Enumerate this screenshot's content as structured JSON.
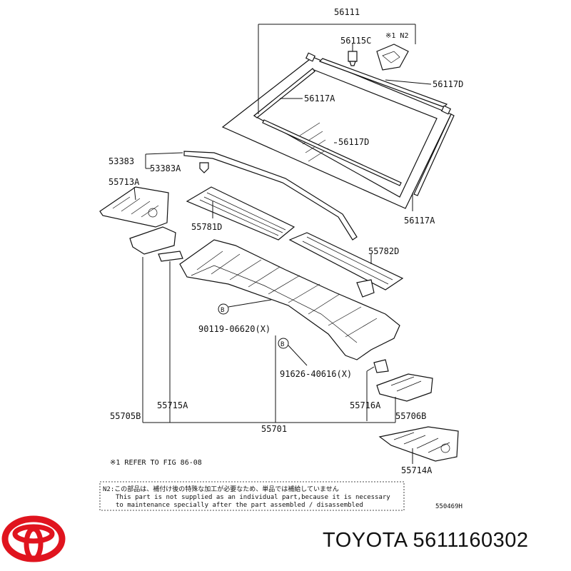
{
  "callouts": {
    "p56111": "56111",
    "p56115C": "56115C",
    "n2_mark": "※1 N2",
    "p56117D_top": "56117D",
    "p56117A_left": "56117A",
    "p56117D_mid": "56117D",
    "p53383": "53383",
    "p53383A": "53383A",
    "p55713A": "55713A",
    "p56117A_right": "56117A",
    "p55781D": "55781D",
    "p55782D": "55782D",
    "bolt_marker_1": "B",
    "p90119": "90119-06620(X)",
    "bolt_marker_2": "B",
    "p91626": "91626-40616(X)",
    "p55716A": "55716A",
    "p55706B": "55706B",
    "p55715A": "55715A",
    "p55705B": "55705B",
    "p55701": "55701",
    "p55714A": "55714A"
  },
  "notes": {
    "refer": "※1  REFER TO FIG 86-08",
    "n2_japanese": "N2:この部品は、補付け後の特殊な加工が必要なため、単品では補給していません",
    "n2_english_1": "This part is not supplied as an individual part,because it is necessary",
    "n2_english_2": "to maintenance specially after the part assembled / disassembled",
    "diagram_code": "550469H"
  },
  "brand": {
    "caption": "TOYOTA 5611160302",
    "logo_color": "#e0141e"
  }
}
